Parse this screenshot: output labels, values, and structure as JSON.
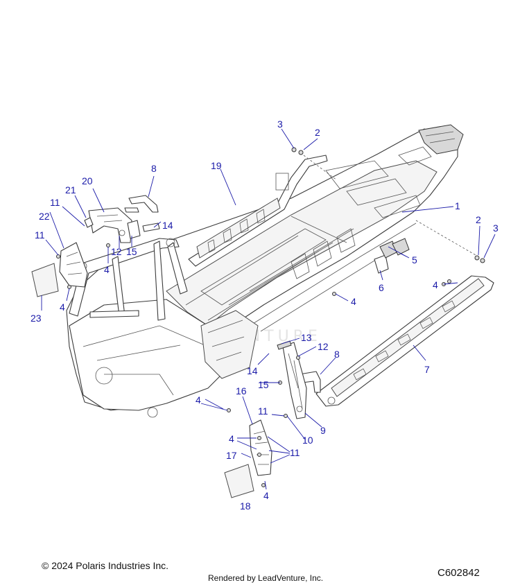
{
  "watermark": "LEADVENTURE",
  "callouts": [
    {
      "id": "c1",
      "label": "1"
    },
    {
      "id": "c2a",
      "label": "2"
    },
    {
      "id": "c3a",
      "label": "3"
    },
    {
      "id": "c2b",
      "label": "2"
    },
    {
      "id": "c3b",
      "label": "3"
    },
    {
      "id": "c4a",
      "label": "4"
    },
    {
      "id": "c4b",
      "label": "4"
    },
    {
      "id": "c4c",
      "label": "4"
    },
    {
      "id": "c4d",
      "label": "4"
    },
    {
      "id": "c4e",
      "label": "4"
    },
    {
      "id": "c4f",
      "label": "4"
    },
    {
      "id": "c4g",
      "label": "4"
    },
    {
      "id": "c5",
      "label": "5"
    },
    {
      "id": "c6",
      "label": "6"
    },
    {
      "id": "c7",
      "label": "7"
    },
    {
      "id": "c8a",
      "label": "8"
    },
    {
      "id": "c8b",
      "label": "8"
    },
    {
      "id": "c9",
      "label": "9"
    },
    {
      "id": "c10",
      "label": "10"
    },
    {
      "id": "c11a",
      "label": "11"
    },
    {
      "id": "c11b",
      "label": "11"
    },
    {
      "id": "c11c",
      "label": "11"
    },
    {
      "id": "c11d",
      "label": "11"
    },
    {
      "id": "c12a",
      "label": "12"
    },
    {
      "id": "c12b",
      "label": "12"
    },
    {
      "id": "c13",
      "label": "13"
    },
    {
      "id": "c14a",
      "label": "14"
    },
    {
      "id": "c14b",
      "label": "14"
    },
    {
      "id": "c15a",
      "label": "15"
    },
    {
      "id": "c15b",
      "label": "15"
    },
    {
      "id": "c16",
      "label": "16"
    },
    {
      "id": "c17",
      "label": "17"
    },
    {
      "id": "c18",
      "label": "18"
    },
    {
      "id": "c19",
      "label": "19"
    },
    {
      "id": "c20",
      "label": "20"
    },
    {
      "id": "c21",
      "label": "21"
    },
    {
      "id": "c22",
      "label": "22"
    },
    {
      "id": "c23",
      "label": "23"
    }
  ],
  "footer": {
    "copyright": "© 2024 Polaris Industries Inc.",
    "rendered_by": "Rendered by LeadVenture, Inc.",
    "diagram_id": "C602842"
  }
}
